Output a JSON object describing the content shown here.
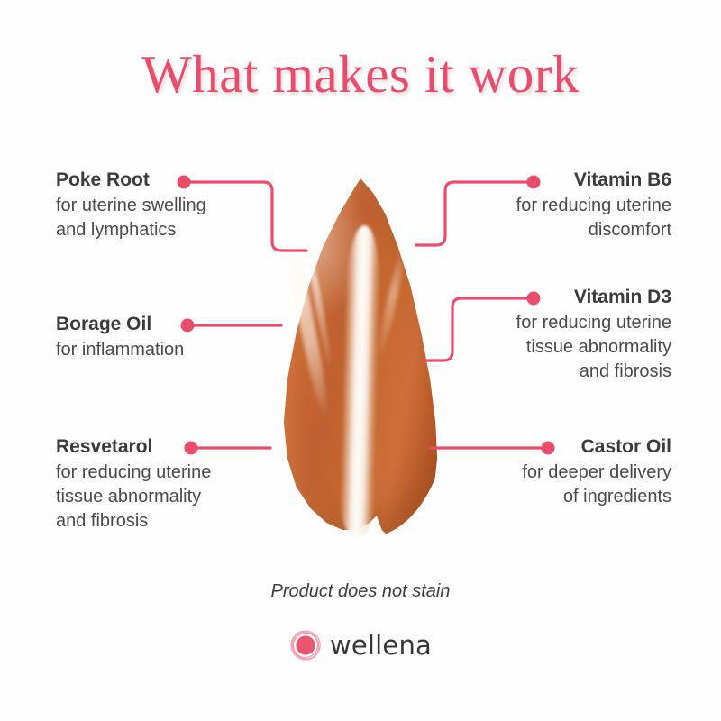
{
  "page": {
    "title": "What makes it work",
    "background_color": "#fefefe",
    "accent_color": "#ea4d6b",
    "heading_text_color": "#3b3b3d",
    "body_text_color": "#4a4a4c"
  },
  "product_image": {
    "alt": "orange-cream-swatch",
    "cream_color": "#c4672f",
    "stripe_color": "#fdfbf7"
  },
  "ingredients": {
    "left": [
      {
        "name": "Poke Root",
        "description": "for uterine swelling\nand lymphatics"
      },
      {
        "name": "Borage Oil",
        "description": "for inflammation"
      },
      {
        "name": "Resvetarol",
        "description": "for reducing uterine\ntissue abnormality\nand fibrosis"
      }
    ],
    "right": [
      {
        "name": "Vitamin B6",
        "description": "for reducing uterine\ndiscomfort"
      },
      {
        "name": "Vitamin D3",
        "description": "for reducing uterine\ntissue abnormality\nand fibrosis"
      },
      {
        "name": "Castor Oil",
        "description": "for deeper delivery\nof ingredients"
      }
    ]
  },
  "footer": {
    "note": "Product does not stain",
    "brand_name": "wellena",
    "brand_mark_color": "#e8566f"
  }
}
